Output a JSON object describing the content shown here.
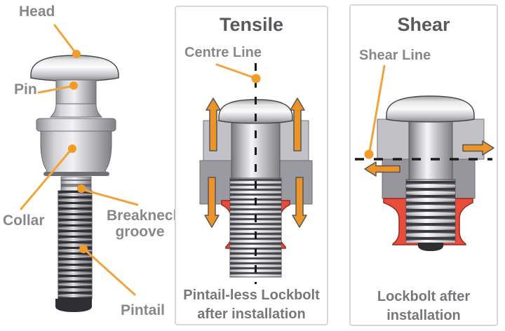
{
  "figure": {
    "left_diagram": {
      "labels": {
        "head": "Head",
        "pin": "Pin",
        "collar": "Collar",
        "breakneck_line1": "Breakneck",
        "breakneck_line2": "groove",
        "pintail": "Pintail"
      }
    },
    "tensile_panel": {
      "title": "Tensile",
      "annotation": "Centre Line",
      "caption_line1": "Pintail-less Lockbolt",
      "caption_line2": "after installation"
    },
    "shear_panel": {
      "title": "Shear",
      "annotation": "Shear Line",
      "caption_line1": "Lockbolt after",
      "caption_line2": "installation"
    },
    "colors": {
      "accent_orange": "#F29B27",
      "collar_red": "#E84C3B",
      "plate_light_gray": "#C2C2C6",
      "plate_dark_gray": "#9A9AA0",
      "label_text": "#87888B",
      "title_text": "#58595C",
      "panel_border": "#D8D8D8"
    }
  }
}
